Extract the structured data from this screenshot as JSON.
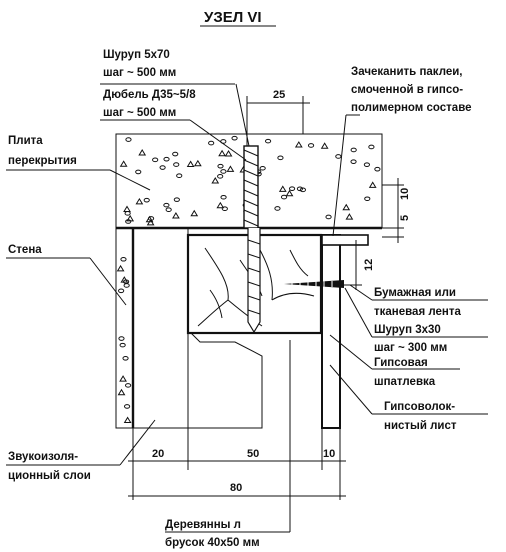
{
  "title": "УЗЕЛ VI",
  "labels": {
    "screw_main_1": "Шуруп 5x70",
    "screw_main_2": "шаг ~ 500 мм",
    "dowel_1": "Дюбель Д35~5/8",
    "dowel_2": "шаг ~ 500 мм",
    "caulk_1": "Зачеканить паклеи,",
    "caulk_2": "смоченной в гипсо-",
    "caulk_3": "полимерном составе",
    "slab_1": "Плита",
    "slab_2": "перекрытия",
    "wall": "Стена",
    "tape_1": "Бумажная или",
    "tape_2": "тканевая лента",
    "screw_small_1": "Шуруп 3x30",
    "screw_small_2": "шаг ~ 300 мм",
    "putty_1": "Гипсовая",
    "putty_2": "шпатлевка",
    "board_1": "Гипсоволок-",
    "board_2": "нистый лист",
    "insul_1": "Звукоизоля-",
    "insul_2": "ционный слои",
    "bar_1": "Деревянны л",
    "bar_2": "брусок 40x50 мм"
  },
  "dimensions": {
    "d25": "25",
    "d10_top": "10",
    "d5": "5",
    "d12": "12",
    "d20": "20",
    "d50": "50",
    "d10_bottom": "10",
    "d80": "80"
  }
}
